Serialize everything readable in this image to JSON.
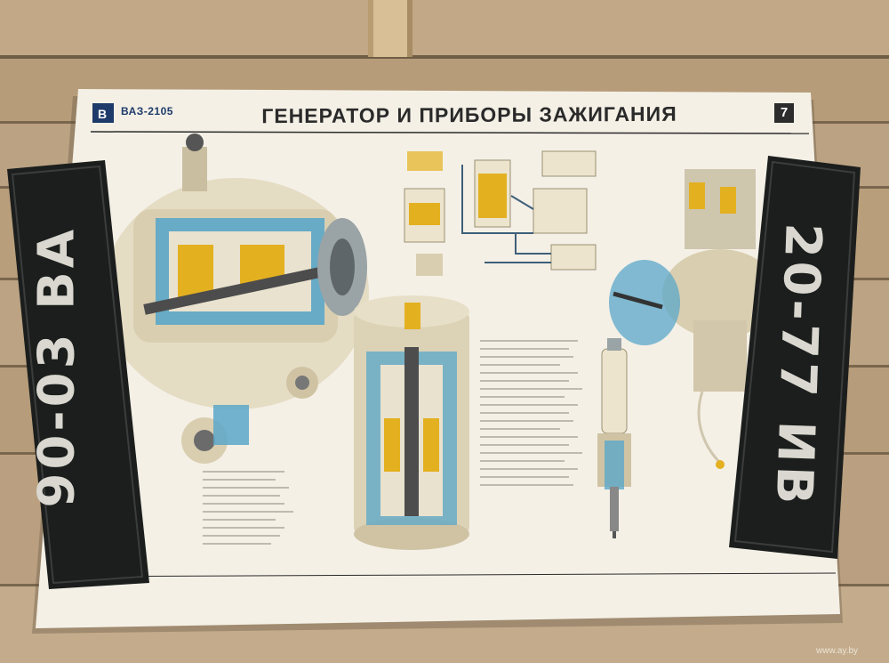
{
  "poster": {
    "brand": "ВАЗ-2105",
    "title": "ГЕНЕРАТОР И ПРИБОРЫ ЗАЖИГАНИЯ",
    "sheet_number": "7"
  },
  "plates": {
    "left": "90-03 ВА",
    "right": "20-77 ИВ"
  },
  "watermark": "www.ay.by",
  "colors": {
    "wood": "#b89f7c",
    "poster": "#f3efe4",
    "plate": "#1a1d1c",
    "accent_yellow": "#e3b020",
    "accent_blue": "#5aa7c9"
  }
}
